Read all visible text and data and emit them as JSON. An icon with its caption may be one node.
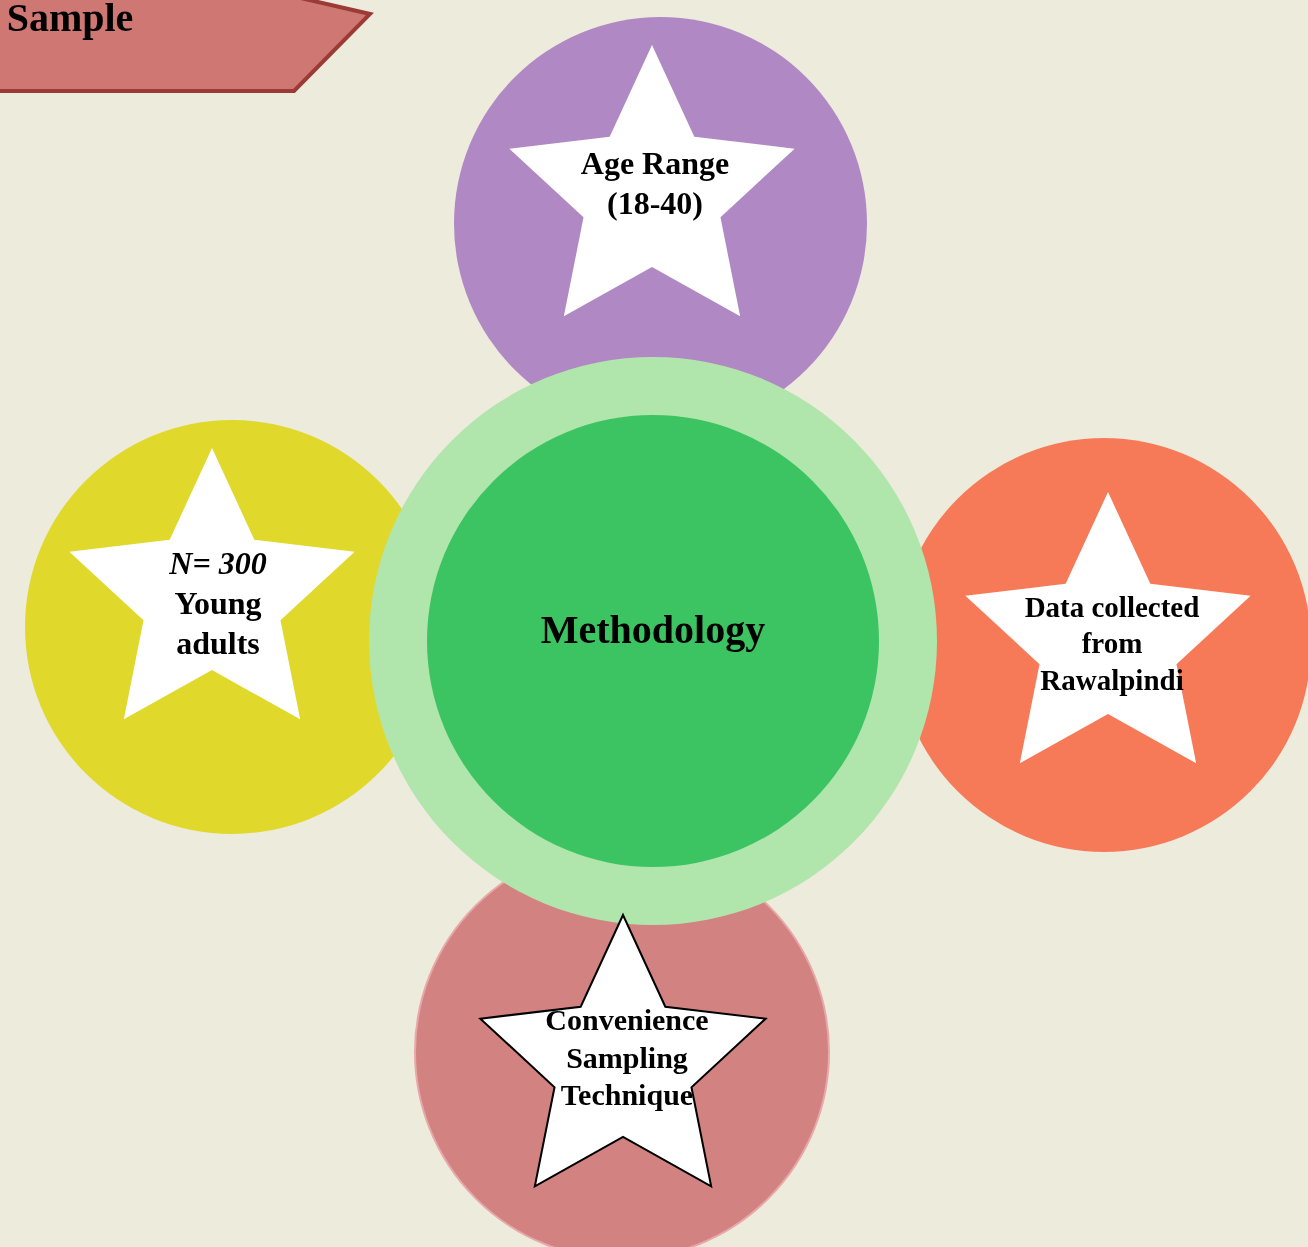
{
  "diagram": {
    "nodes": [
      {
        "text": [
          "Sample"
        ]
      },
      {
        "text": [
          "Methodology"
        ]
      },
      {
        "text": [],
        "shape": "circle"
      },
      {
        "text": [
          "Age Range (18-40)"
        ],
        "in": 2
      },
      {
        "text": [],
        "shape": "circle"
      },
      {
        "text": [
          "*N= 300* Young adults"
        ],
        "in": 4
      },
      {
        "text": [],
        "shape": "circle"
      },
      {
        "text": [
          "Data collected from Rawalpindi"
        ],
        "in": 6
      },
      {
        "text": [],
        "shape": "circle"
      },
      {
        "text": [
          "Convenience Sampling Technique"
        ],
        "in": 8
      }
    ]
  }
}
